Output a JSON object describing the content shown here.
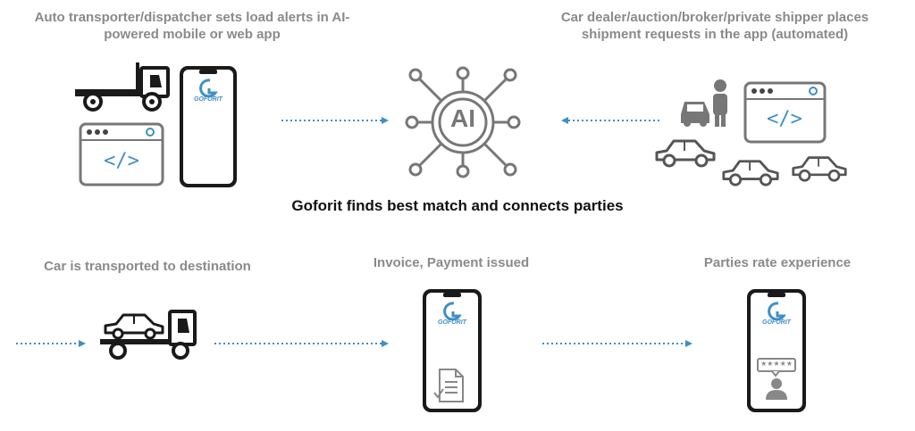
{
  "captions": {
    "transporter": "Auto transporter/dispatcher sets load alerts in AI-powered mobile or web app",
    "shipper": "Car dealer/auction/broker/private shipper places shipment requests in the app (automated)",
    "center": "Goforit finds best match and connects parties",
    "transported": "Car is transported to destination",
    "invoice": "Invoice, Payment issued",
    "rate": "Parties rate experience"
  },
  "brand": {
    "name": "GOFORIT",
    "logo_letter": "G",
    "ai_label": "AI",
    "code_glyph": "</>",
    "stars": "★★★★★"
  },
  "colors": {
    "accent": "#3f8fc4",
    "dark": "#1a1a1a",
    "gray": "#8a8a8a",
    "icon_gray": "#777777",
    "arrow": "#3f8fc4"
  },
  "icons": [
    "flatbed-truck-icon",
    "smartphone-icon",
    "web-code-window-icon",
    "ai-chip-network-icon",
    "car-icon",
    "person-icon",
    "tow-truck-icon",
    "invoice-document-icon",
    "rating-stars-icon"
  ]
}
